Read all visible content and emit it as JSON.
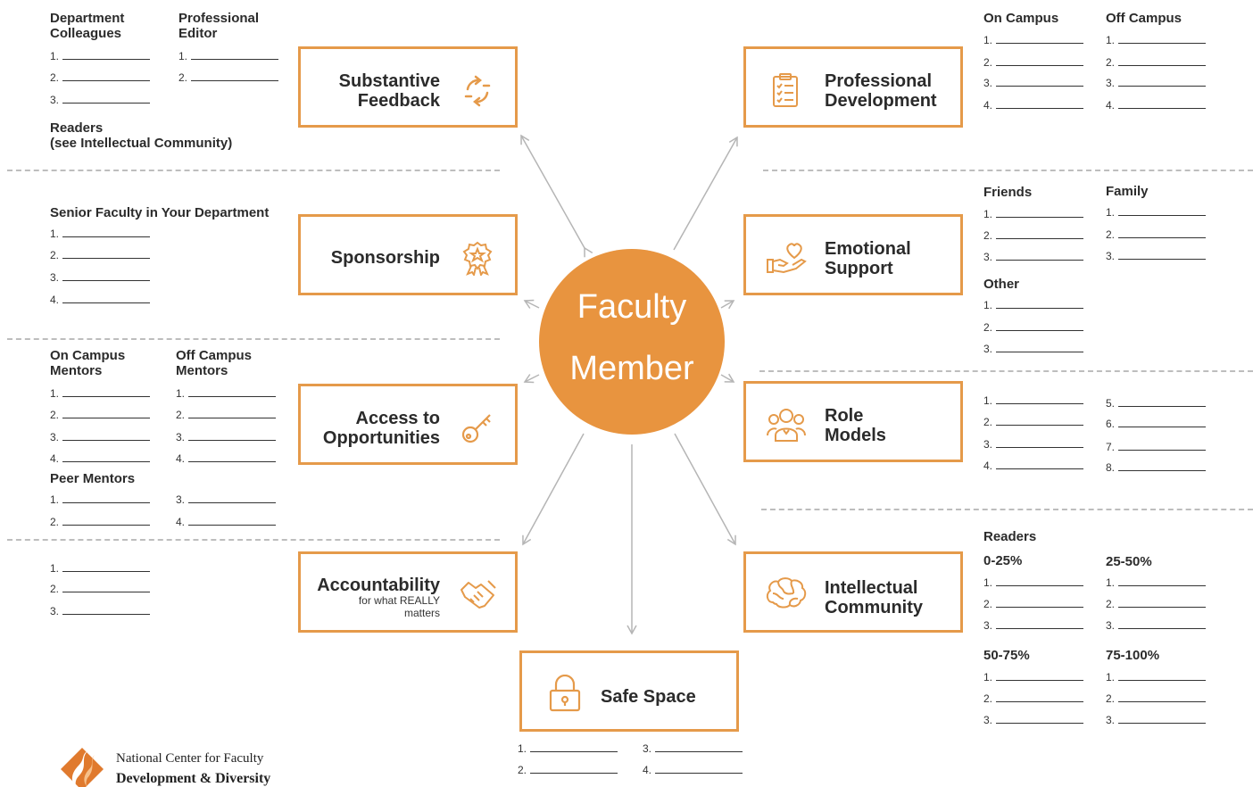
{
  "center": {
    "line1": "Faculty",
    "line2": "Member"
  },
  "colors": {
    "accent": "#e59a4a",
    "center_fill": "#e8943f",
    "dash": "#bdbdbd",
    "arrow": "#b5b5b5"
  },
  "boxes": {
    "feedback": {
      "line1": "Substantive",
      "line2": "Feedback",
      "icon": "refresh-icon"
    },
    "sponsorship": {
      "line1": "Sponsorship",
      "icon": "award-ribbon-icon"
    },
    "access": {
      "line1": "Access to",
      "line2": "Opportunities",
      "icon": "key-icon"
    },
    "accountability": {
      "line1": "Accountability",
      "sub1": "for what REALLY",
      "sub2": "matters",
      "icon": "handshake-icon"
    },
    "safe": {
      "line1": "Safe Space",
      "icon": "lock-icon"
    },
    "profdev": {
      "line1": "Professional",
      "line2": "Development",
      "icon": "clipboard-checklist-icon"
    },
    "emotional": {
      "line1": "Emotional",
      "line2": "Support",
      "icon": "hand-heart-icon"
    },
    "role": {
      "line1": "Role",
      "line2": "Models",
      "icon": "people-group-icon"
    },
    "intellectual": {
      "line1": "Intellectual",
      "line2": "Community",
      "icon": "brain-icon"
    }
  },
  "lists": {
    "dept": {
      "h1": "Department",
      "h2": "Colleagues",
      "items": [
        "1.",
        "2.",
        "3."
      ]
    },
    "editor": {
      "h1": "Professional",
      "h2": "Editor",
      "items": [
        "1.",
        "2."
      ]
    },
    "readers": {
      "h1": "Readers",
      "h2": "(see Intellectual Community)"
    },
    "senior": {
      "h1": "Senior Faculty in Your Department",
      "items": [
        "1.",
        "2.",
        "3.",
        "4."
      ]
    },
    "oncampus_m": {
      "h1": "On Campus",
      "h2": "Mentors",
      "items": [
        "1.",
        "2.",
        "3.",
        "4."
      ]
    },
    "offcampus_m": {
      "h1": "Off Campus",
      "h2": "Mentors",
      "items": [
        "1.",
        "2.",
        "3.",
        "4."
      ]
    },
    "peer": {
      "h1": "Peer Mentors",
      "items_a": [
        "1.",
        "2."
      ],
      "items_b": [
        "3.",
        "4."
      ]
    },
    "account": {
      "items": [
        "1.",
        "2.",
        "3."
      ]
    },
    "safe": {
      "items_a": [
        "1.",
        "2."
      ],
      "items_b": [
        "3.",
        "4."
      ]
    },
    "oncampus": {
      "h1": "On Campus",
      "items": [
        "1.",
        "2.",
        "3.",
        "4."
      ]
    },
    "offcampus": {
      "h1": "Off Campus",
      "items": [
        "1.",
        "2.",
        "3.",
        "4."
      ]
    },
    "friends": {
      "h1": "Friends",
      "items": [
        "1.",
        "2.",
        "3."
      ]
    },
    "family": {
      "h1": "Family",
      "items": [
        "1.",
        "2.",
        "3."
      ]
    },
    "other": {
      "h1": "Other",
      "items": [
        "1.",
        "2.",
        "3."
      ]
    },
    "role_a": {
      "items": [
        "1.",
        "2.",
        "3.",
        "4."
      ]
    },
    "role_b": {
      "items": [
        "5.",
        "6.",
        "7.",
        "8."
      ]
    },
    "ireaders": {
      "h1": "Readers"
    },
    "r0": {
      "h1": "0-25%",
      "items": [
        "1.",
        "2.",
        "3."
      ]
    },
    "r25": {
      "h1": "25-50%",
      "items": [
        "1.",
        "2.",
        "3."
      ]
    },
    "r50": {
      "h1": "50-75%",
      "items": [
        "1.",
        "2.",
        "3."
      ]
    },
    "r75": {
      "h1": "75-100%",
      "items": [
        "1.",
        "2.",
        "3."
      ]
    }
  },
  "logo": {
    "line1": "National Center for Faculty",
    "line2": "Development & Diversity"
  }
}
